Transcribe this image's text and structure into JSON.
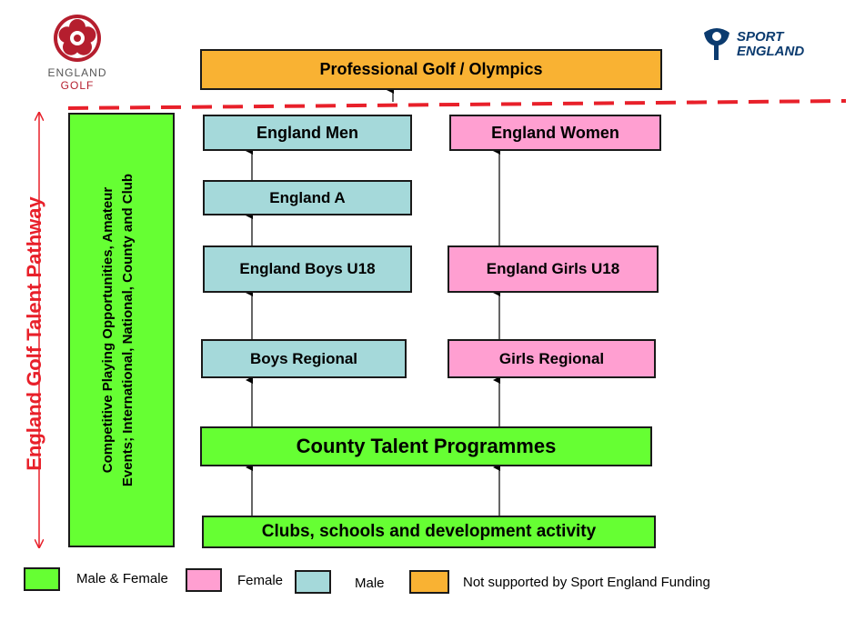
{
  "logos": {
    "left_line1": "ENGLAND",
    "left_line2": "GOLF",
    "right_line1": "SPORT",
    "right_line2": "ENGLAND"
  },
  "side_title": "England Golf Talent Pathway",
  "competitive_text_line1": "Competitive Playing Opportunities, Amateur",
  "competitive_text_line2": "Events; International, National, County and Club",
  "boxes": {
    "professional": "Professional Golf / Olympics",
    "england_men": "England Men",
    "england_women": "England Women",
    "england_a": "England A",
    "boys_u18": "England Boys U18",
    "girls_u18": "England Girls U18",
    "boys_regional": "Boys Regional",
    "girls_regional": "Girls Regional",
    "county": "County Talent Programmes",
    "clubs": "Clubs, schools and development activity"
  },
  "legend": [
    {
      "label": "Male & Female",
      "color": "#66ff33"
    },
    {
      "label": "Female",
      "color": "#ff9fd1"
    },
    {
      "label": "Male",
      "color": "#a5d9da"
    },
    {
      "label": "Not supported by Sport England Funding",
      "color": "#f9b233"
    }
  ],
  "colors": {
    "male_female": "#66ff33",
    "female": "#ff9fd1",
    "male": "#a5d9da",
    "not_supported": "#f9b233",
    "dashed_line": "#e8202a",
    "side_title": "#e8202a"
  }
}
